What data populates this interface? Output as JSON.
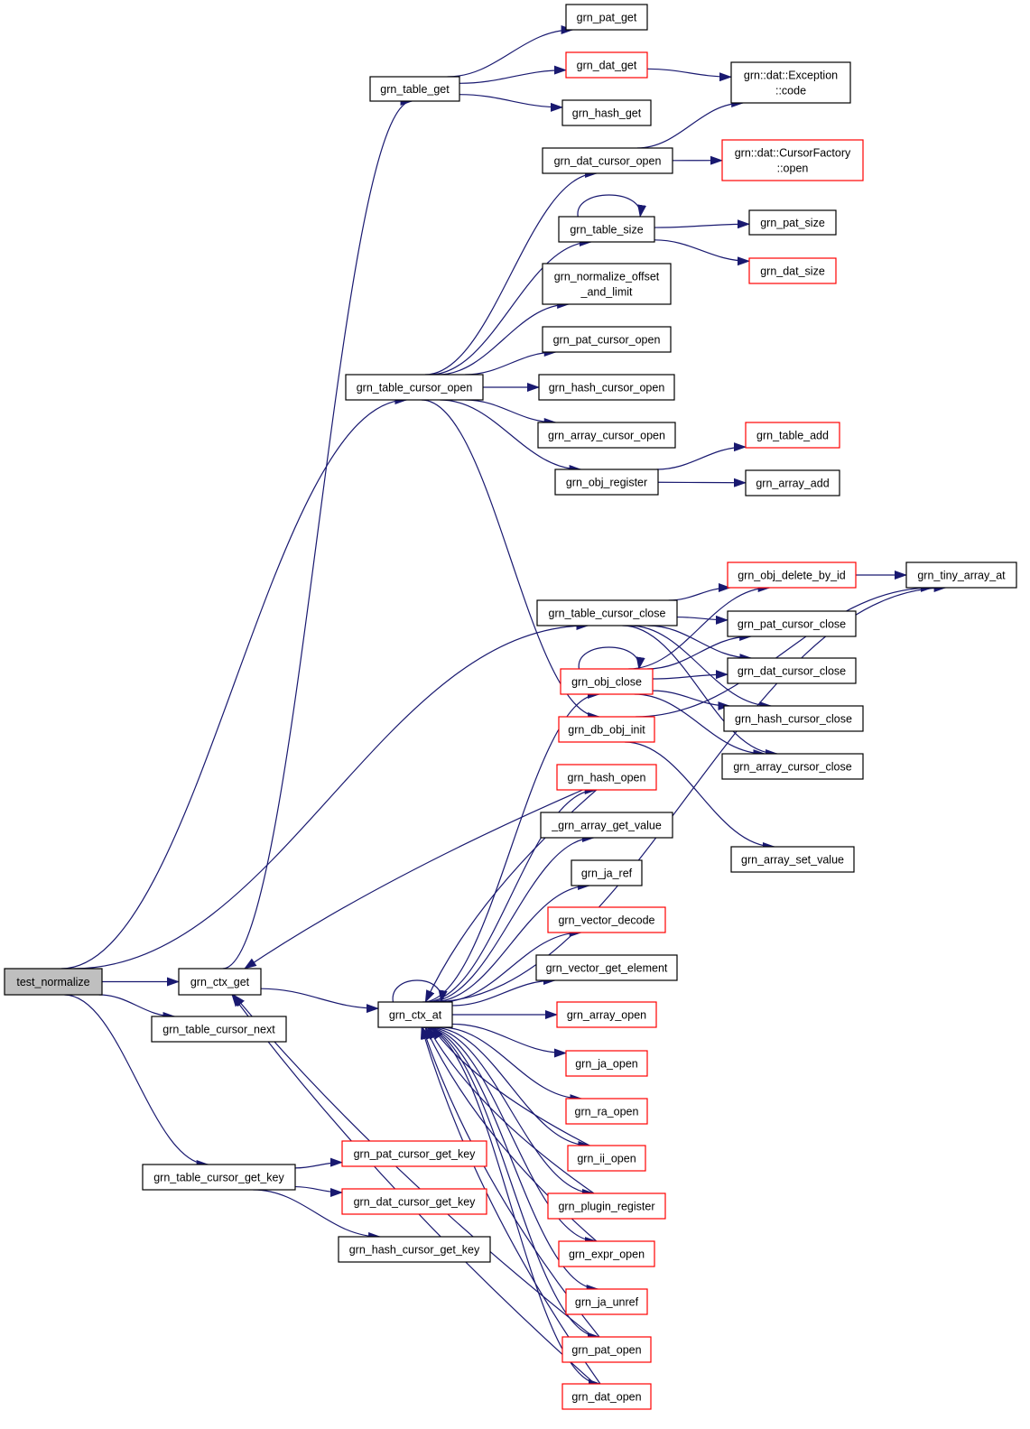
{
  "colors": {
    "edge": "#191970",
    "border_normal": "#000000",
    "border_truncated": "#ff0000",
    "root_fill": "#bfbfbf",
    "node_fill": "#ffffff"
  },
  "nodes": [
    {
      "id": "test_normalize",
      "lines": [
        "test_normalize"
      ],
      "style": "root"
    },
    {
      "id": "grn_ctx_get",
      "lines": [
        "grn_ctx_get"
      ],
      "style": "normal"
    },
    {
      "id": "grn_table_cursor_next",
      "lines": [
        "grn_table_cursor_next"
      ],
      "style": "normal"
    },
    {
      "id": "grn_table_cursor_get_key",
      "lines": [
        "grn_table_cursor_get_key"
      ],
      "style": "normal"
    },
    {
      "id": "grn_table_get",
      "lines": [
        "grn_table_get"
      ],
      "style": "normal"
    },
    {
      "id": "grn_table_cursor_open",
      "lines": [
        "grn_table_cursor_open"
      ],
      "style": "normal"
    },
    {
      "id": "grn_ctx_at",
      "lines": [
        "grn_ctx_at"
      ],
      "style": "normal"
    },
    {
      "id": "grn_pat_cursor_get_key",
      "lines": [
        "grn_pat_cursor_get_key"
      ],
      "style": "truncated"
    },
    {
      "id": "grn_dat_cursor_get_key",
      "lines": [
        "grn_dat_cursor_get_key"
      ],
      "style": "truncated"
    },
    {
      "id": "grn_hash_cursor_get_key",
      "lines": [
        "grn_hash_cursor_get_key"
      ],
      "style": "normal"
    },
    {
      "id": "grn_pat_get",
      "lines": [
        "grn_pat_get"
      ],
      "style": "normal"
    },
    {
      "id": "grn_dat_get",
      "lines": [
        "grn_dat_get"
      ],
      "style": "truncated"
    },
    {
      "id": "grn_hash_get",
      "lines": [
        "grn_hash_get"
      ],
      "style": "normal"
    },
    {
      "id": "grn_dat_cursor_open",
      "lines": [
        "grn_dat_cursor_open"
      ],
      "style": "normal"
    },
    {
      "id": "grn_table_size",
      "lines": [
        "grn_table_size"
      ],
      "style": "normal"
    },
    {
      "id": "grn_normalize_offset_and_limit",
      "lines": [
        "grn_normalize_offset",
        "_and_limit"
      ],
      "style": "normal"
    },
    {
      "id": "grn_pat_cursor_open",
      "lines": [
        "grn_pat_cursor_open"
      ],
      "style": "normal"
    },
    {
      "id": "grn_hash_cursor_open",
      "lines": [
        "grn_hash_cursor_open"
      ],
      "style": "normal"
    },
    {
      "id": "grn_array_cursor_open",
      "lines": [
        "grn_array_cursor_open"
      ],
      "style": "normal"
    },
    {
      "id": "grn_obj_register",
      "lines": [
        "grn_obj_register"
      ],
      "style": "normal"
    },
    {
      "id": "grn_table_cursor_close",
      "lines": [
        "grn_table_cursor_close"
      ],
      "style": "normal"
    },
    {
      "id": "grn_obj_close",
      "lines": [
        "grn_obj_close"
      ],
      "style": "truncated"
    },
    {
      "id": "grn_db_obj_init",
      "lines": [
        "grn_db_obj_init"
      ],
      "style": "truncated"
    },
    {
      "id": "grn_hash_open",
      "lines": [
        "grn_hash_open"
      ],
      "style": "truncated"
    },
    {
      "id": "_grn_array_get_value",
      "lines": [
        "_grn_array_get_value"
      ],
      "style": "normal"
    },
    {
      "id": "grn_ja_ref",
      "lines": [
        "grn_ja_ref"
      ],
      "style": "normal"
    },
    {
      "id": "grn_vector_decode",
      "lines": [
        "grn_vector_decode"
      ],
      "style": "truncated"
    },
    {
      "id": "grn_vector_get_element",
      "lines": [
        "grn_vector_get_element"
      ],
      "style": "normal"
    },
    {
      "id": "grn_array_open",
      "lines": [
        "grn_array_open"
      ],
      "style": "truncated"
    },
    {
      "id": "grn_ja_open",
      "lines": [
        "grn_ja_open"
      ],
      "style": "truncated"
    },
    {
      "id": "grn_ra_open",
      "lines": [
        "grn_ra_open"
      ],
      "style": "truncated"
    },
    {
      "id": "grn_ii_open",
      "lines": [
        "grn_ii_open"
      ],
      "style": "truncated"
    },
    {
      "id": "grn_plugin_register",
      "lines": [
        "grn_plugin_register"
      ],
      "style": "truncated"
    },
    {
      "id": "grn_expr_open",
      "lines": [
        "grn_expr_open"
      ],
      "style": "truncated"
    },
    {
      "id": "grn_ja_unref",
      "lines": [
        "grn_ja_unref"
      ],
      "style": "truncated"
    },
    {
      "id": "grn_pat_open",
      "lines": [
        "grn_pat_open"
      ],
      "style": "truncated"
    },
    {
      "id": "grn_dat_open",
      "lines": [
        "grn_dat_open"
      ],
      "style": "truncated"
    },
    {
      "id": "grn_dat_exception_code",
      "lines": [
        "grn::dat::Exception",
        "::code"
      ],
      "style": "normal"
    },
    {
      "id": "grn_dat_cursorfactory_open",
      "lines": [
        "grn::dat::CursorFactory",
        "::open"
      ],
      "style": "truncated"
    },
    {
      "id": "grn_pat_size",
      "lines": [
        "grn_pat_size"
      ],
      "style": "normal"
    },
    {
      "id": "grn_dat_size",
      "lines": [
        "grn_dat_size"
      ],
      "style": "truncated"
    },
    {
      "id": "grn_table_add",
      "lines": [
        "grn_table_add"
      ],
      "style": "truncated"
    },
    {
      "id": "grn_array_add",
      "lines": [
        "grn_array_add"
      ],
      "style": "normal"
    },
    {
      "id": "grn_obj_delete_by_id",
      "lines": [
        "grn_obj_delete_by_id"
      ],
      "style": "truncated"
    },
    {
      "id": "grn_pat_cursor_close",
      "lines": [
        "grn_pat_cursor_close"
      ],
      "style": "normal"
    },
    {
      "id": "grn_dat_cursor_close",
      "lines": [
        "grn_dat_cursor_close"
      ],
      "style": "normal"
    },
    {
      "id": "grn_hash_cursor_close",
      "lines": [
        "grn_hash_cursor_close"
      ],
      "style": "normal"
    },
    {
      "id": "grn_array_cursor_close",
      "lines": [
        "grn_array_cursor_close"
      ],
      "style": "normal"
    },
    {
      "id": "grn_array_set_value",
      "lines": [
        "grn_array_set_value"
      ],
      "style": "normal"
    },
    {
      "id": "grn_tiny_array_at",
      "lines": [
        "grn_tiny_array_at"
      ],
      "style": "normal"
    }
  ],
  "edges": [
    {
      "from": "test_normalize",
      "to": "grn_ctx_get"
    },
    {
      "from": "test_normalize",
      "to": "grn_table_cursor_next"
    },
    {
      "from": "test_normalize",
      "to": "grn_table_cursor_get_key"
    },
    {
      "from": "test_normalize",
      "to": "grn_table_cursor_open"
    },
    {
      "from": "test_normalize",
      "to": "grn_table_cursor_close"
    },
    {
      "from": "grn_ctx_get",
      "to": "grn_table_get"
    },
    {
      "from": "grn_ctx_get",
      "to": "grn_ctx_at"
    },
    {
      "from": "grn_table_cursor_get_key",
      "to": "grn_pat_cursor_get_key"
    },
    {
      "from": "grn_table_cursor_get_key",
      "to": "grn_dat_cursor_get_key"
    },
    {
      "from": "grn_table_cursor_get_key",
      "to": "grn_hash_cursor_get_key"
    },
    {
      "from": "grn_table_get",
      "to": "grn_pat_get"
    },
    {
      "from": "grn_table_get",
      "to": "grn_dat_get"
    },
    {
      "from": "grn_table_get",
      "to": "grn_hash_get"
    },
    {
      "from": "grn_dat_get",
      "to": "grn_dat_exception_code"
    },
    {
      "from": "grn_table_cursor_open",
      "to": "grn_dat_cursor_open"
    },
    {
      "from": "grn_table_cursor_open",
      "to": "grn_table_size"
    },
    {
      "from": "grn_table_cursor_open",
      "to": "grn_normalize_offset_and_limit"
    },
    {
      "from": "grn_table_cursor_open",
      "to": "grn_pat_cursor_open"
    },
    {
      "from": "grn_table_cursor_open",
      "to": "grn_hash_cursor_open"
    },
    {
      "from": "grn_table_cursor_open",
      "to": "grn_array_cursor_open"
    },
    {
      "from": "grn_table_cursor_open",
      "to": "grn_obj_register"
    },
    {
      "from": "grn_table_cursor_open",
      "to": "grn_db_obj_init"
    },
    {
      "from": "grn_dat_cursor_open",
      "to": "grn_dat_exception_code"
    },
    {
      "from": "grn_dat_cursor_open",
      "to": "grn_dat_cursorfactory_open"
    },
    {
      "from": "grn_table_size",
      "to": "grn_table_size"
    },
    {
      "from": "grn_table_size",
      "to": "grn_pat_size"
    },
    {
      "from": "grn_table_size",
      "to": "grn_dat_size"
    },
    {
      "from": "grn_obj_register",
      "to": "grn_table_add"
    },
    {
      "from": "grn_obj_register",
      "to": "grn_array_add"
    },
    {
      "from": "grn_table_cursor_close",
      "to": "grn_obj_delete_by_id"
    },
    {
      "from": "grn_table_cursor_close",
      "to": "grn_pat_cursor_close"
    },
    {
      "from": "grn_table_cursor_close",
      "to": "grn_dat_cursor_close"
    },
    {
      "from": "grn_table_cursor_close",
      "to": "grn_hash_cursor_close"
    },
    {
      "from": "grn_table_cursor_close",
      "to": "grn_array_cursor_close"
    },
    {
      "from": "grn_obj_delete_by_id",
      "to": "grn_tiny_array_at"
    },
    {
      "from": "grn_obj_close",
      "to": "grn_obj_close"
    },
    {
      "from": "grn_obj_close",
      "to": "grn_obj_delete_by_id"
    },
    {
      "from": "grn_obj_close",
      "to": "grn_pat_cursor_close"
    },
    {
      "from": "grn_obj_close",
      "to": "grn_dat_cursor_close"
    },
    {
      "from": "grn_obj_close",
      "to": "grn_hash_cursor_close"
    },
    {
      "from": "grn_obj_close",
      "to": "grn_array_cursor_close"
    },
    {
      "from": "grn_db_obj_init",
      "to": "grn_tiny_array_at"
    },
    {
      "from": "grn_db_obj_init",
      "to": "grn_array_set_value"
    },
    {
      "from": "grn_hash_open",
      "to": "grn_ctx_get"
    },
    {
      "from": "grn_ctx_at",
      "to": "grn_ctx_at"
    },
    {
      "from": "grn_ctx_at",
      "to": "grn_tiny_array_at"
    },
    {
      "from": "grn_ctx_at",
      "to": "grn_obj_close"
    },
    {
      "from": "grn_ctx_at",
      "to": "grn_hash_open"
    },
    {
      "from": "grn_ctx_at",
      "to": "_grn_array_get_value"
    },
    {
      "from": "grn_ctx_at",
      "to": "grn_ja_ref"
    },
    {
      "from": "grn_ctx_at",
      "to": "grn_vector_decode"
    },
    {
      "from": "grn_ctx_at",
      "to": "grn_vector_get_element"
    },
    {
      "from": "grn_ctx_at",
      "to": "grn_array_open"
    },
    {
      "from": "grn_ctx_at",
      "to": "grn_ja_open"
    },
    {
      "from": "grn_ctx_at",
      "to": "grn_ra_open"
    },
    {
      "from": "grn_ctx_at",
      "to": "grn_ii_open"
    },
    {
      "from": "grn_ctx_at",
      "to": "grn_plugin_register"
    },
    {
      "from": "grn_ctx_at",
      "to": "grn_expr_open"
    },
    {
      "from": "grn_ctx_at",
      "to": "grn_ja_unref"
    },
    {
      "from": "grn_ctx_at",
      "to": "grn_pat_open"
    },
    {
      "from": "grn_ctx_at",
      "to": "grn_dat_open"
    },
    {
      "from": "grn_hash_open",
      "to": "grn_ctx_at"
    },
    {
      "from": "grn_pat_open",
      "to": "grn_ctx_at"
    },
    {
      "from": "grn_dat_open",
      "to": "grn_ctx_at"
    },
    {
      "from": "grn_ii_open",
      "to": "grn_ctx_at"
    },
    {
      "from": "grn_plugin_register",
      "to": "grn_ctx_at"
    },
    {
      "from": "grn_expr_open",
      "to": "grn_ctx_at"
    },
    {
      "from": "grn_pat_open",
      "to": "grn_ctx_get"
    },
    {
      "from": "grn_dat_open",
      "to": "grn_ctx_get"
    }
  ]
}
